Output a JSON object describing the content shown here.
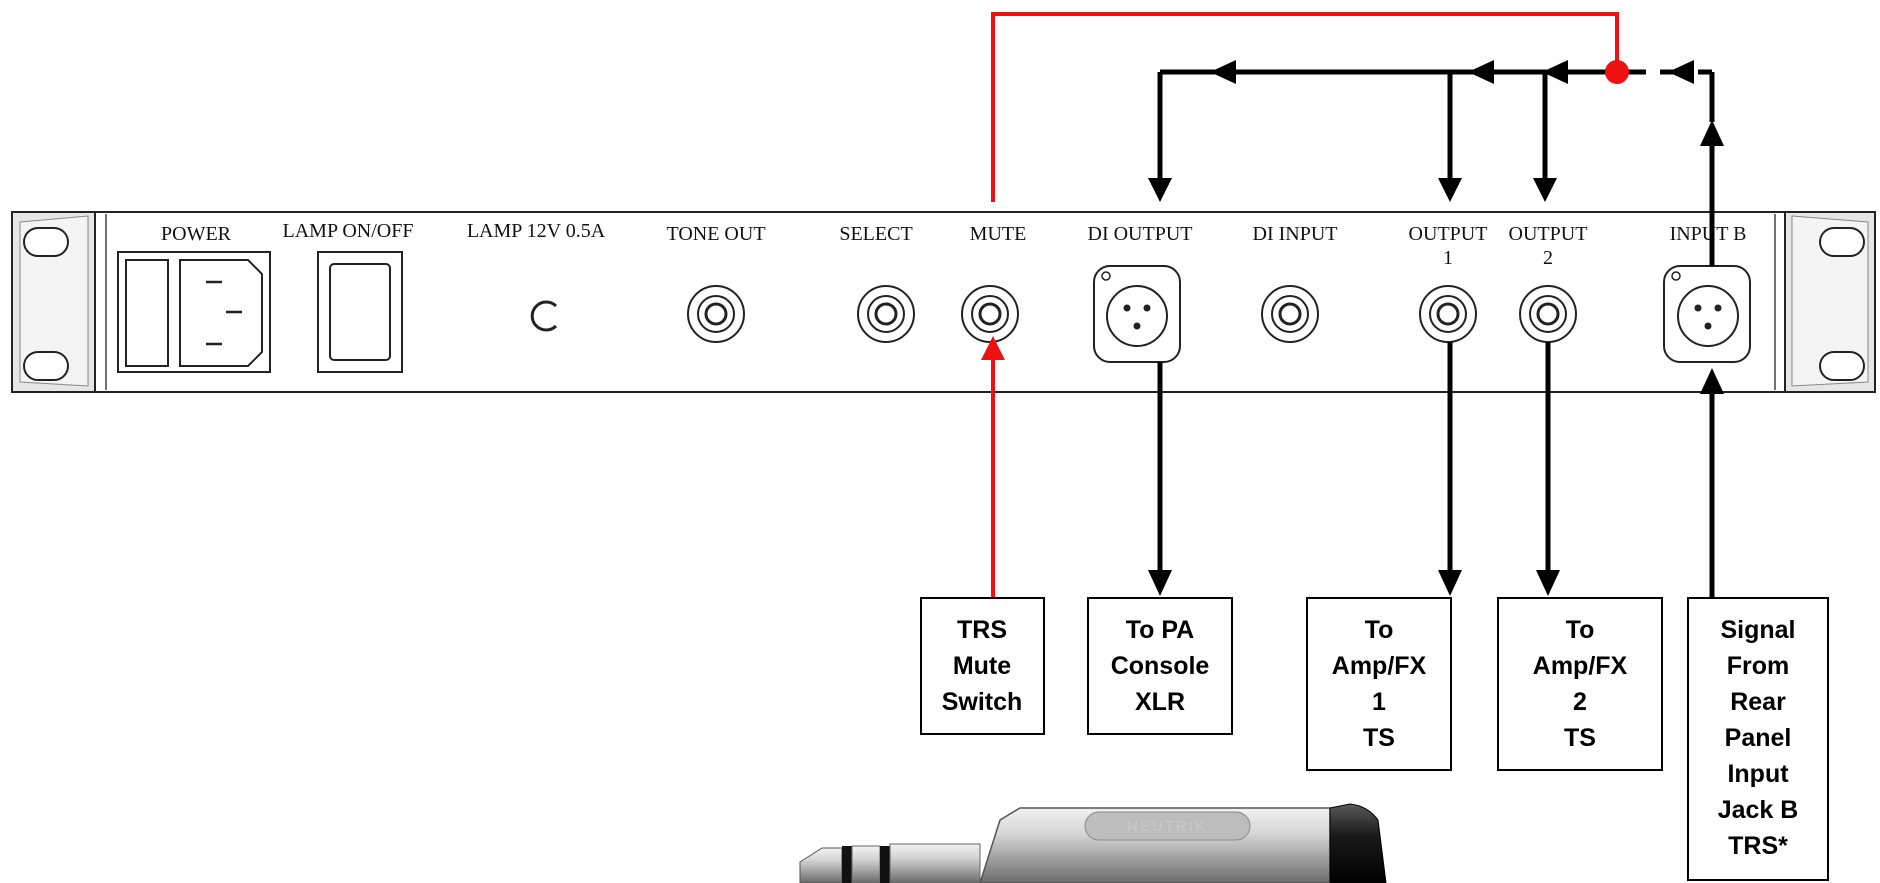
{
  "colors": {
    "signal": "#000000",
    "mute": "#ee1111",
    "panel": "#ffffff",
    "panel_outline": "#222222"
  },
  "rack_panel": {
    "labels": {
      "power": "POWER",
      "lamp_switch": "LAMP ON/OFF",
      "lamp": "LAMP 12V 0.5A",
      "tone_out": "TONE OUT",
      "select": "SELECT",
      "mute": "MUTE",
      "di_output": "DI OUTPUT",
      "di_input": "DI INPUT",
      "output1": "OUTPUT",
      "output1_num": "1",
      "output2": "OUTPUT",
      "output2_num": "2",
      "input_b": "INPUT B"
    }
  },
  "boxes": {
    "mute_switch": [
      "TRS",
      "Mute",
      "Switch"
    ],
    "pa_console": [
      "To PA",
      "Console",
      "XLR"
    ],
    "amp1": [
      "To",
      "Amp/FX",
      "1",
      "TS"
    ],
    "amp2": [
      "To",
      "Amp/FX",
      "2",
      "TS"
    ],
    "signal_in": [
      "Signal",
      "From",
      "Rear",
      "Panel",
      "Input",
      "Jack B",
      "TRS*"
    ]
  },
  "plug": {
    "brand": "NEUTRIK"
  }
}
